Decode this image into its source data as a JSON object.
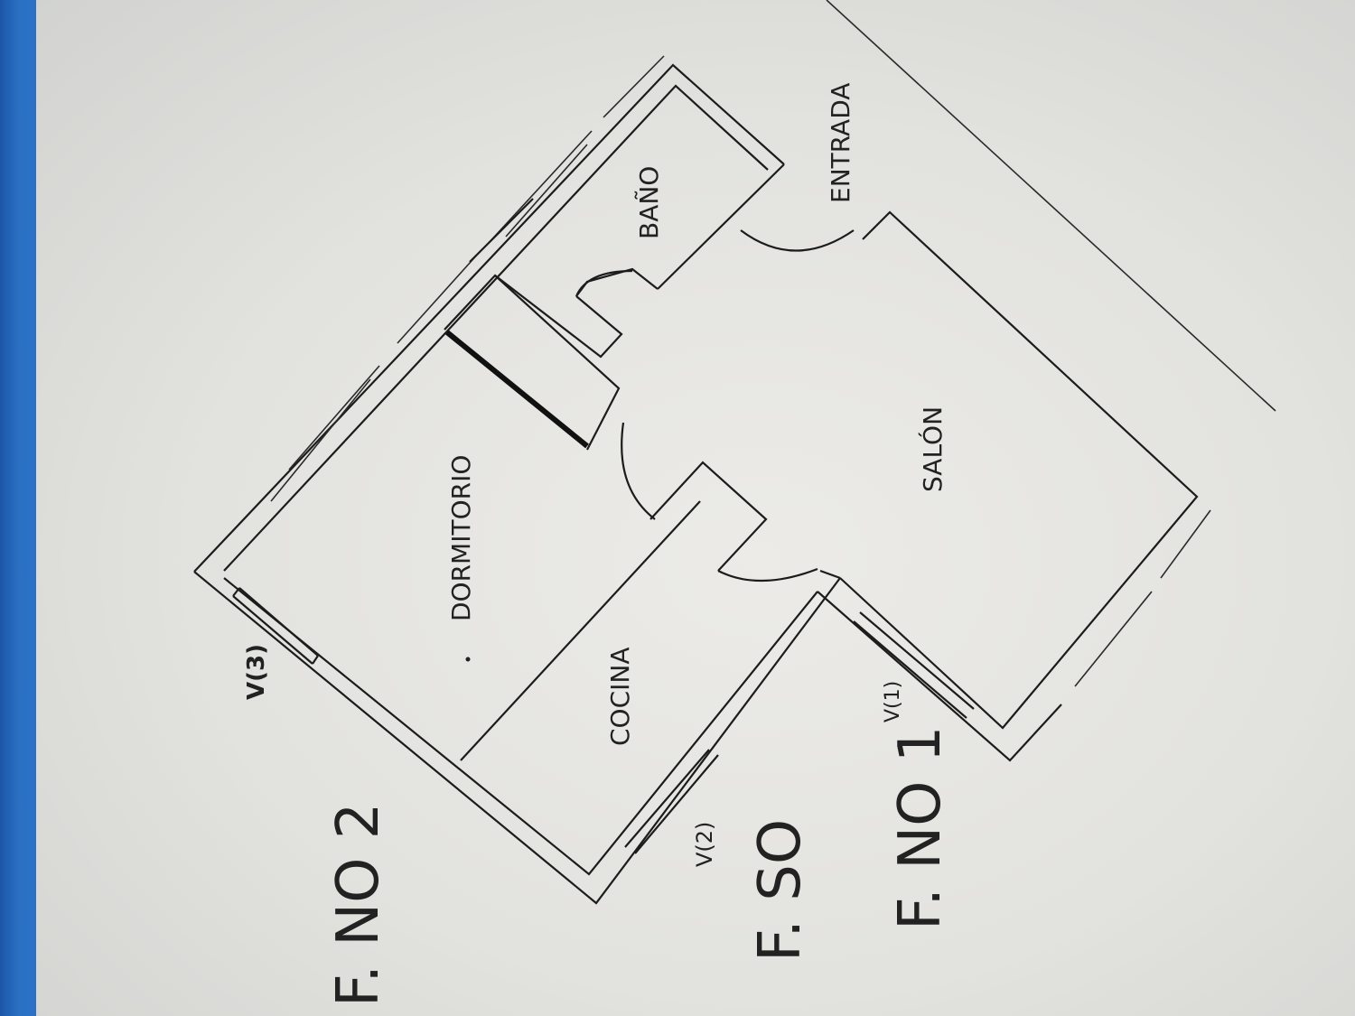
{
  "rooms": {
    "bano": "BAÑO",
    "dormitorio": "DORMITORIO",
    "cocina": "COCINA",
    "salon": "SALÓN",
    "entrada": "ENTRADA"
  },
  "windows": {
    "v1": "V(1)",
    "v2": "V(2)",
    "v3": "V(3)"
  },
  "facades": {
    "no2": "F. NO 2",
    "so": "F. SO",
    "no1": "F. NO 1"
  },
  "colors": {
    "bezel": "#2a6fc2",
    "paper": "#e6e6e2",
    "ink": "#1c1c1c"
  }
}
